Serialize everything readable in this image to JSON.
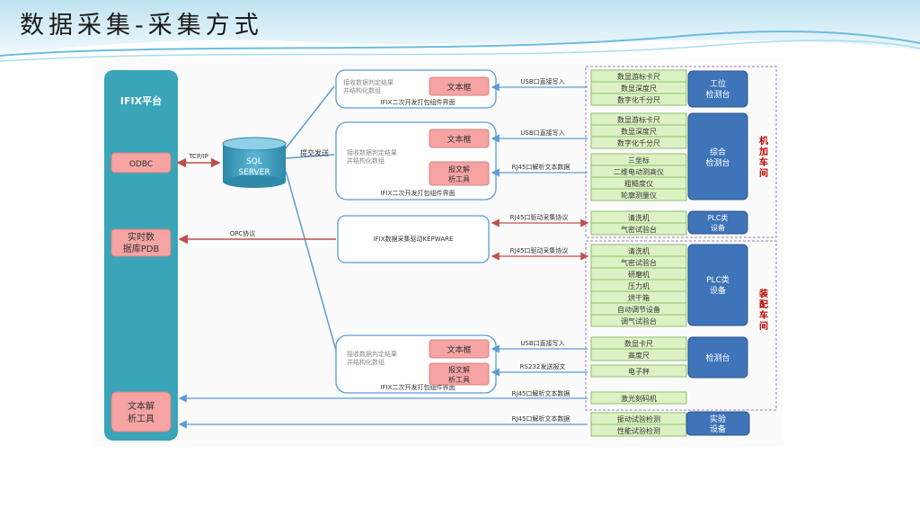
{
  "title": "数据采集-采集方式",
  "platform": {
    "label": "IFIX平台",
    "odbc": "ODBC",
    "pdb": [
      "实时数",
      "据库PDB"
    ],
    "parser": [
      "文本解",
      "析工具"
    ]
  },
  "sql": [
    "SQL",
    "SERVER"
  ],
  "kepware": "IFIX数据采集驱动KEPWARE",
  "groups": {
    "g1": {
      "desc": [
        "接收数据判定结果",
        "并结构化数组"
      ],
      "caption": "IFIX二次开发打包组件界面",
      "textbox": "文本框"
    },
    "g2": {
      "desc": [
        "接收数据判定结果",
        "并结构化数组"
      ],
      "caption": "IFIX二次开发打包组件界面",
      "textbox": "文本框",
      "parser": [
        "报文解",
        "析工具"
      ]
    },
    "g3": {
      "desc": [
        "接收数据判定结果",
        "并结构化数组"
      ],
      "caption": "IFIX二次开发打包组件界面",
      "textbox": "文本框",
      "parser": [
        "报文解",
        "析工具"
      ]
    }
  },
  "arrows": {
    "tcpip": "TCP/IP",
    "submit": "提交发送",
    "opc": "OPC协议",
    "usb1": "USB口直接写入",
    "usb2": "USB口直接写入",
    "rj45_text1": "RJ45口解析文本数据",
    "rj45_drv1": "RJ45口驱动采集协议",
    "rj45_drv2": "RJ45口驱动采集协议",
    "usb3": "USB口直接写入",
    "rs232": "RS232发送报文",
    "rj45_text2": "RJ45口解析文本数据",
    "rj45_text3": "RJ45口解析文本数据"
  },
  "devices": {
    "a": [
      "数显游标卡尺",
      "数显深度尺",
      "数字化千分尺"
    ],
    "b": [
      "数显游标卡尺",
      "数显深度尺",
      "数字化千分尺"
    ],
    "c": [
      "三坐标",
      "二维电动测高仪",
      "粗糙度仪",
      "轮廓测量仪"
    ],
    "d": [
      "清洗机",
      "气密试验台"
    ],
    "e": [
      "清洗机",
      "气密试验台",
      "研磨机",
      "压力机",
      "烘干箱",
      "自动调节设备",
      "调气试验台"
    ],
    "f": [
      "数显卡尺",
      "高度尺"
    ],
    "g": [
      "电子秤"
    ],
    "h": [
      "激光刻码机"
    ],
    "i": [
      "振动试验检测",
      "性能试验检测"
    ]
  },
  "stations": {
    "s1": [
      "工位",
      "检测台"
    ],
    "s2": [
      "综合",
      "检测台"
    ],
    "s3": [
      "PLC类",
      "设备"
    ],
    "s4": [
      "PLC类",
      "设备"
    ],
    "s5": [
      "检测台"
    ],
    "s6": [
      "实验",
      "设备"
    ]
  },
  "workshops": {
    "machining": [
      "机",
      "加",
      "车",
      "间"
    ],
    "assembly": [
      "装",
      "配",
      "车",
      "间"
    ]
  },
  "colors": {
    "platform": "#3aa5b8",
    "pink": "#f5a3a3",
    "pinkBorder": "#d98080",
    "green": "#dcf2c4",
    "greenBorder": "#8fbf6a",
    "station": "#3f74b8",
    "blueLine": "#5b9bd5",
    "redLine": "#c0504d",
    "workshopText": "#c00000"
  }
}
